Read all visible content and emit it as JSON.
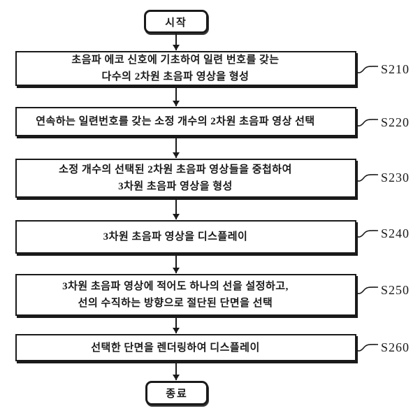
{
  "page": {
    "background": "#ffffff",
    "ink_color": "#1a1a1a"
  },
  "flowchart": {
    "start": {
      "label": "시작"
    },
    "end": {
      "label": "종료"
    },
    "steps": [
      {
        "id": "S210",
        "lines": [
          "초음파 에코 신호에 기초하여 일련 번호를 갖는",
          "다수의 2차원 초음파 영상을 형성"
        ]
      },
      {
        "id": "S220",
        "lines": [
          "연속하는 일련번호를 갖는 소정 개수의 2차원 초음파 영상 선택"
        ]
      },
      {
        "id": "S230",
        "lines": [
          "소정 개수의 선택된 2차원 초음파 영상들을 중첩하여",
          "3차원 초음파 영상을 형성"
        ]
      },
      {
        "id": "S240",
        "lines": [
          "3차원 초음파 영상을 디스플레이"
        ]
      },
      {
        "id": "S250",
        "lines": [
          "3차원 초음파 영상에 적어도 하나의 선을 설정하고,",
          "선의 수직하는 방향으로 절단된 단면을 선택"
        ]
      },
      {
        "id": "S260",
        "lines": [
          "선택한 단면을 렌더링하여 디스플레이"
        ]
      }
    ]
  }
}
